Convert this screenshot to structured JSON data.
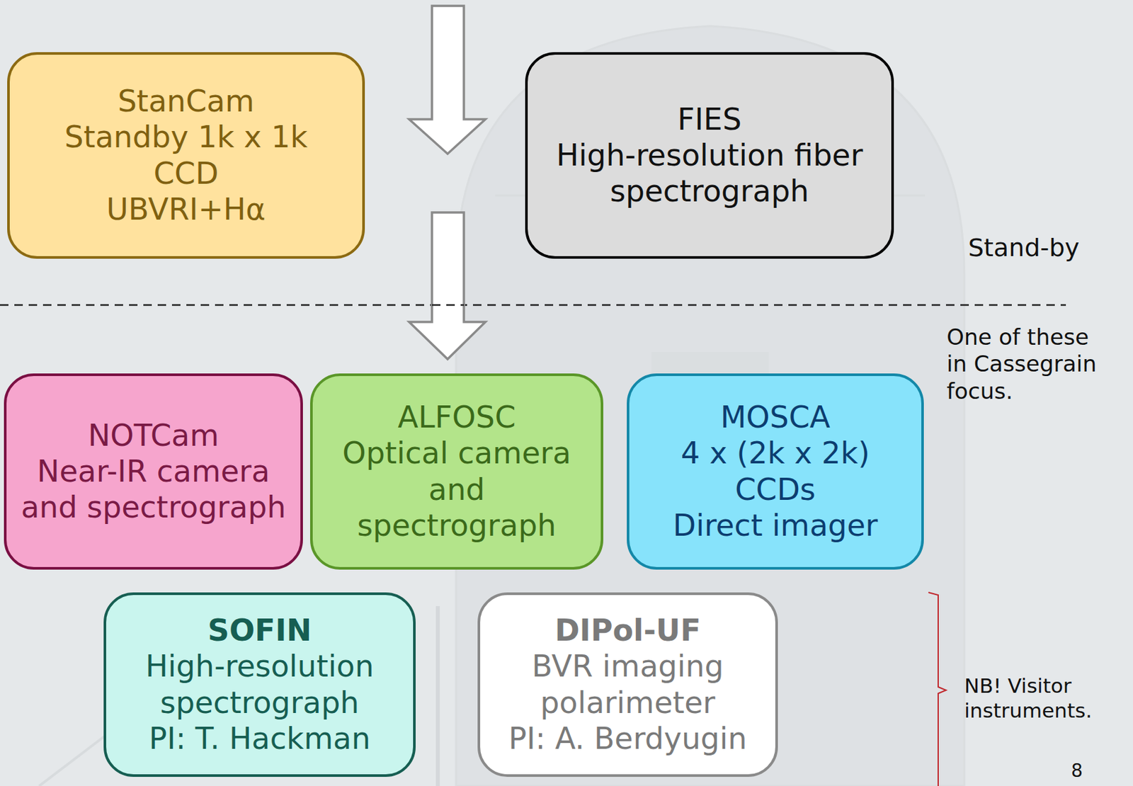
{
  "diagram": {
    "nodes": [
      {
        "text": [
          "StanCam",
          "Standby 1k x 1k",
          "CCD",
          "UBVRI+Hα"
        ]
      },
      {
        "text": [
          "FIES",
          "High-resolution fiber",
          "spectrograph"
        ]
      },
      {
        "text": [
          "NOTCam",
          "Near-IR camera",
          "and spectrograph"
        ]
      },
      {
        "text": [
          "ALFOSC",
          "Optical camera",
          "and",
          "spectrograph"
        ]
      },
      {
        "text": [
          "MOSCA",
          "4 x (2k x 2k)",
          "CCDs",
          "Direct imager"
        ]
      },
      {
        "text": [
          "SOFIN",
          "High-resolution",
          "spectrograph",
          "PI: T. Hackman"
        ]
      },
      {
        "text": [
          "DIPol-UF",
          "BVR imaging",
          "polarimeter",
          "PI: A. Berdyugin"
        ]
      }
    ],
    "labels": [
      "Stand-by",
      "One of these in Cassegrain focus.",
      "NB! Visitor instruments.",
      "8"
    ]
  }
}
